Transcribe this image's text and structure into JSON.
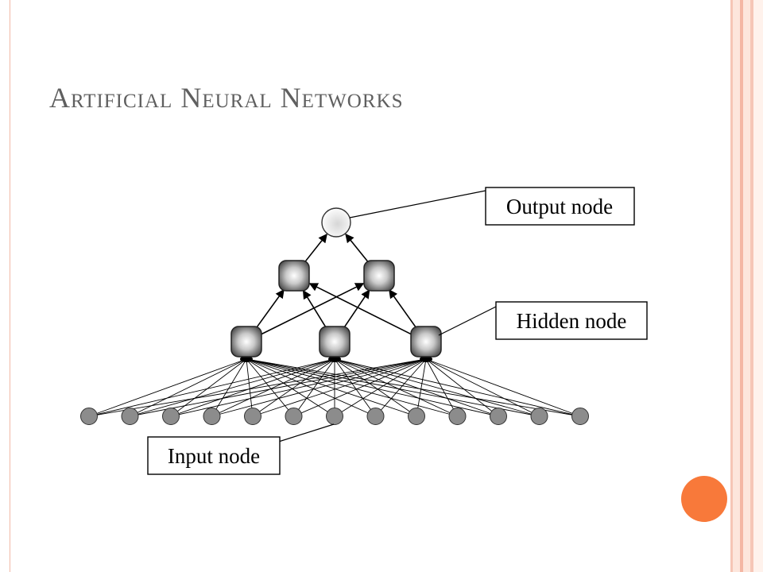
{
  "slide": {
    "title": "Artificial Neural Networks"
  },
  "diagram": {
    "labels": {
      "output": "Output node",
      "hidden": "Hidden node",
      "input": "Input node"
    },
    "layers": {
      "input_count": 13,
      "hidden_count": 3,
      "second_hidden_count": 2,
      "output_count": 1
    }
  },
  "theme": {
    "accent": "#f8793a",
    "border": "#f6c6b6",
    "title_color": "#5f5f5f"
  }
}
